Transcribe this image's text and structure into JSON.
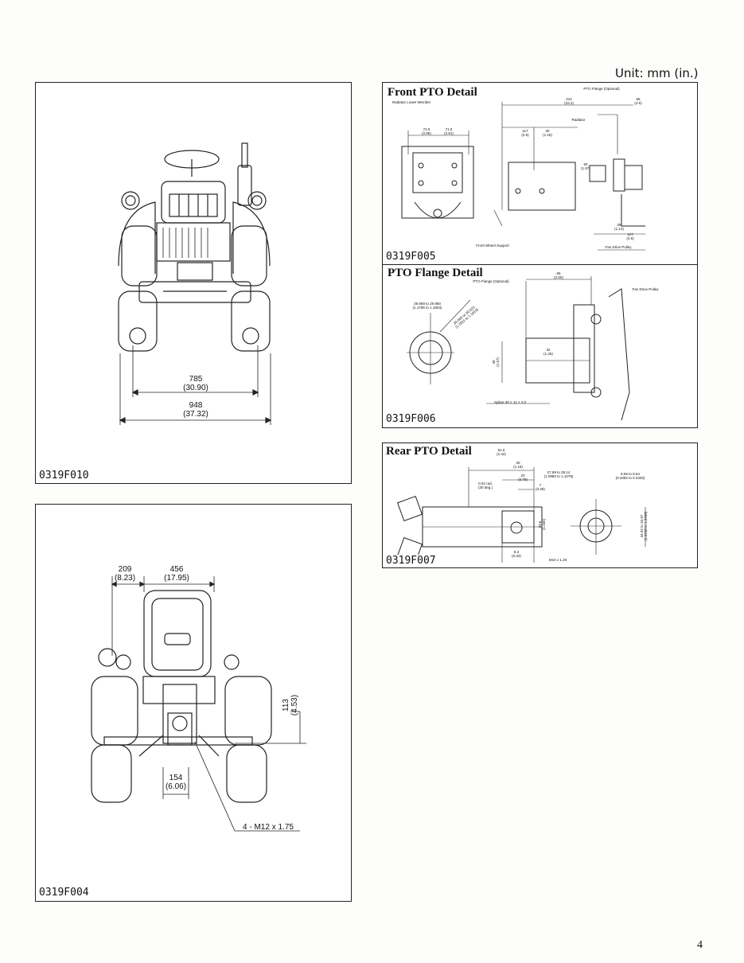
{
  "page": {
    "unit_label": "Unit: mm (in.)",
    "page_number": "4"
  },
  "fig_front_view": {
    "code": "0319F010",
    "dims": {
      "inner_width": "785",
      "inner_width_in": "(30.90)",
      "outer_width": "948",
      "outer_width_in": "(37.32)"
    }
  },
  "fig_rear_view": {
    "code": "0319F004",
    "dims": {
      "left": "209",
      "left_in": "(8.23)",
      "top": "456",
      "top_in": "(17.95)",
      "height": "113",
      "height_in": "(4.53)",
      "bottom": "154",
      "bottom_in": "(6.06)",
      "bolt": "4 - M12 x 1.75"
    }
  },
  "fig_front_pto": {
    "title": "Front PTO Detail",
    "code": "0319F005",
    "labels": {
      "radiator_lower_member": "Radiator Lower Member",
      "pto_flange_optional": "PTO Flange (Optional)",
      "radiator": "Radiator",
      "front_wheel_support": "Front Wheel Support",
      "fan_drive_pulley": "Fan Drive Pulley"
    },
    "dims": {
      "d1": "72.5",
      "d1_in": "(2.85)",
      "d2": "71.5",
      "d2_in": "(2.81)",
      "d3": "412",
      "d3_in": "(16.2)",
      "d4": "66",
      "d4_in": "(2.6)",
      "d5": "117",
      "d5_in": "(4.6)",
      "d6": "30",
      "d6_in": "(1.18)",
      "d7": "50",
      "d7_in": "(1.97)",
      "d8": "29",
      "d8_in": "(1.14)",
      "d9": "117",
      "d9_in": "(4.6)"
    }
  },
  "fig_pto_flange": {
    "title": "PTO Flange Detail",
    "code": "0319F006",
    "labels": {
      "pto_flange_optional": "PTO Flange (Optional)",
      "fan_drive_pulley": "Fan Drive Pulley",
      "spline": "Spline 30 × 11 × 2.0"
    },
    "dims": {
      "w": "66",
      "w_in": "(2.60)",
      "bore": "29.959 to 29.980",
      "bore_in": "(1.1795 to 1.1803)",
      "bore2": "30.000 to 30.021",
      "bore2_in": "(1.1811 to 1.1819)",
      "h": "32",
      "h_in": "(1.26)",
      "dia": "40",
      "dia_in": "(1.57)"
    }
  },
  "fig_rear_pto": {
    "title": "Rear PTO Detail",
    "code": "0319F007",
    "dims": {
      "len": "61.5",
      "len_in": "(2.42)",
      "a": "30",
      "a_in": "(1.18)",
      "b": "20",
      "b_in": "(0.79)",
      "c": "7",
      "c_in": "(0.28)",
      "spline_range": "27.89 to 28.14",
      "spline_range_in": "(1.0980 to 1.1079)",
      "rad": "0.52 rad.",
      "rad_deg": "(30 deg.)",
      "key": "8.59 to 8.64",
      "key_in": "(0.3382 to 0.3402)",
      "v1": "29.6",
      "v1_in": "(1.165)",
      "v2": "34.92 to 34.97",
      "v2_in": "(1.3748 to 1.3768)",
      "h": "8.3",
      "h_in": "(0.33)",
      "thread": "M10 x 1.25"
    }
  }
}
